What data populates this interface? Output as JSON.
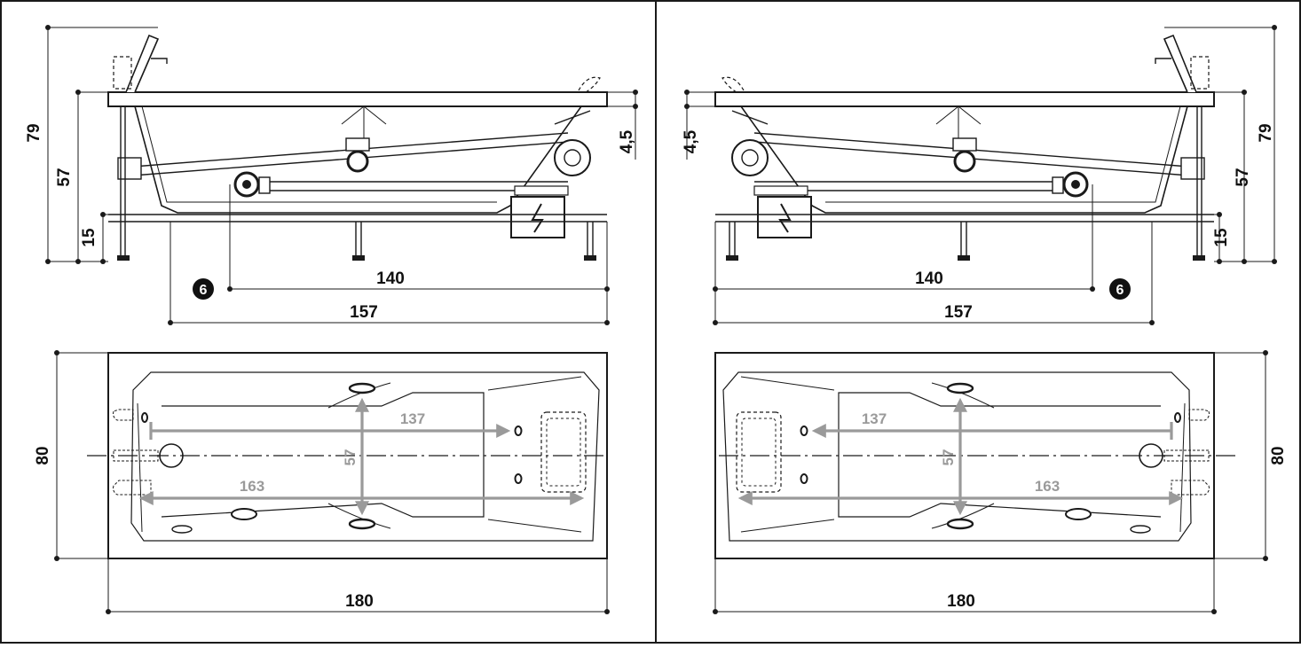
{
  "panels": [
    {
      "id": "left",
      "side_view": {
        "dims": {
          "total_height": "79",
          "rim_height": "57",
          "frame_height": "15",
          "rim_thickness": "4,5",
          "length_140": "140",
          "length_157": "157",
          "marker": "6"
        }
      },
      "top_view": {
        "dims": {
          "length": "180",
          "width": "80",
          "inner_137": "137",
          "inner_163": "163",
          "inner_57": "57"
        }
      }
    },
    {
      "id": "right",
      "side_view": {
        "dims": {
          "total_height": "79",
          "rim_height": "57",
          "frame_height": "15",
          "rim_thickness": "4,5",
          "length_140": "140",
          "length_157": "157",
          "marker": "6"
        }
      },
      "top_view": {
        "dims": {
          "length": "180",
          "width": "80",
          "inner_137": "137",
          "inner_163": "163",
          "inner_57": "57"
        }
      }
    }
  ],
  "colors": {
    "line": "#1a1a1a",
    "inner_dimension": "#9a9a9a",
    "badge": "#111111"
  }
}
